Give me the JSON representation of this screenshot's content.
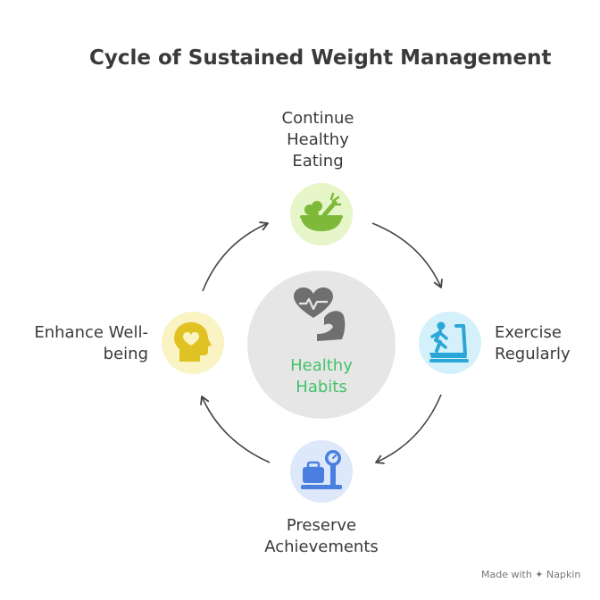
{
  "title": "Cycle of Sustained Weight Management",
  "center": {
    "line1": "Healthy",
    "line2": "Habits"
  },
  "nodes": {
    "top": {
      "line1": "Continue",
      "line2": "Healthy",
      "line3": "Eating",
      "icon": "salad-bowl-icon",
      "color": "#e6f6c8"
    },
    "right": {
      "line1": "Exercise",
      "line2": "Regularly",
      "icon": "treadmill-icon",
      "color": "#d4f0fa"
    },
    "bottom": {
      "line1": "Preserve",
      "line2": "Achievements",
      "icon": "weight-scale-icon",
      "color": "#dde8fb"
    },
    "left": {
      "line1": "Enhance Well-",
      "line2": "being",
      "icon": "head-heart-icon",
      "color": "#faf3c4"
    }
  },
  "footer": "Made with ✦ Napkin",
  "colors": {
    "accent_green": "#44c26b",
    "center_bg": "#e6e6e6",
    "arrow": "#444444"
  }
}
